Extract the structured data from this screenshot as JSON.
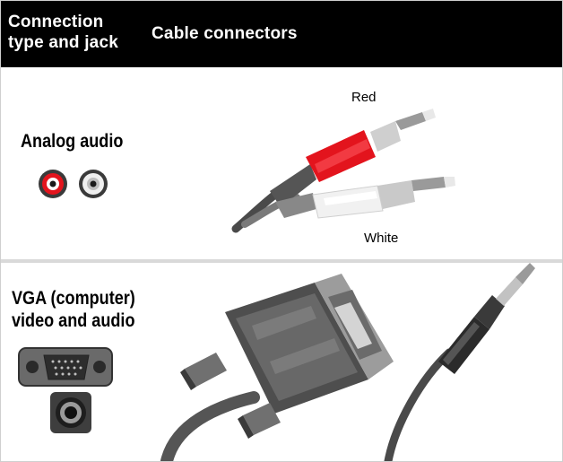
{
  "header": {
    "col1": "Connection type and jack",
    "col2": "Cable connectors"
  },
  "rows": [
    {
      "label": "Analog audio",
      "callouts": {
        "top": "Red",
        "bottom": "White"
      },
      "icons": [
        "rca-red-jack-icon",
        "rca-white-jack-icon",
        "rca-cable-icon"
      ]
    },
    {
      "label": "VGA (computer) video and audio",
      "icons": [
        "vga-port-icon",
        "audio-jack-icon",
        "vga-cable-icon",
        "mini-jack-cable-icon"
      ]
    }
  ],
  "colors": {
    "header_bg": "#000000",
    "rca_red": "#e3141d",
    "rca_white": "#f1f1f1",
    "divider": "#d9d9d9"
  }
}
